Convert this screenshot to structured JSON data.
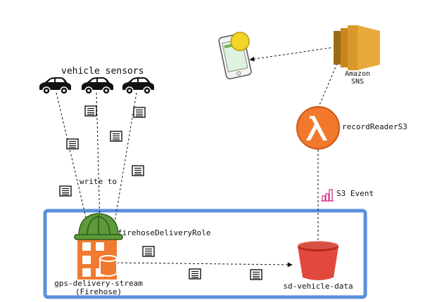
{
  "diagram": {
    "labels": {
      "vehicle_sensors": "vehicle sensors",
      "write_to": "write to",
      "delivery_role": "firehoseDeliveryRole",
      "stream_name": "gps-delivery-stream",
      "stream_type": "(Firehose)",
      "bucket": "sd-vehicle-data",
      "s3_event": "S3 Event",
      "lambda_name": "recordReaderS3",
      "sns_line1": "Amazon",
      "sns_line2": "SNS"
    },
    "icons": [
      "car-icon",
      "document-icon",
      "helmet-icon",
      "firehose-icon",
      "s3-bucket-icon",
      "lambda-icon",
      "s3-event-icon",
      "sns-icon",
      "phone-icon"
    ],
    "colors": {
      "boundary": "#5b8fdc",
      "helmet": "#5d9b3a",
      "firehose": "#f07a2f",
      "bucket": "#e2483d",
      "lambda": "#f2792b",
      "sns": "#c8861f",
      "s3_event": "#d6338a",
      "notification": "#f5d42a"
    }
  }
}
